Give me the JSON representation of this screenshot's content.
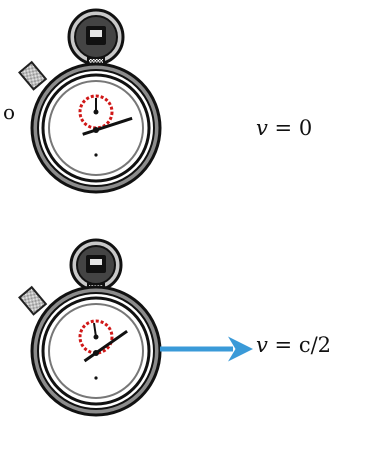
{
  "labels": {
    "top_velocity": {
      "var": "v",
      "rest": " = 0"
    },
    "bottom_velocity": {
      "var": "v",
      "rest": " = c/2"
    },
    "edge_fragment": "o"
  },
  "colors": {
    "ink": "#111111",
    "subdial": "#d01818",
    "arrow": "#3a9ad8",
    "face": "#ffffff",
    "case_light": "#c8c8c8",
    "case_mid": "#8c8c8c"
  },
  "clocks": [
    {
      "name": "stopwatch-at-rest",
      "hand_angle_deg": 72,
      "arrow": false
    },
    {
      "name": "stopwatch-moving",
      "hand_angle_deg": 55,
      "arrow": true
    }
  ]
}
